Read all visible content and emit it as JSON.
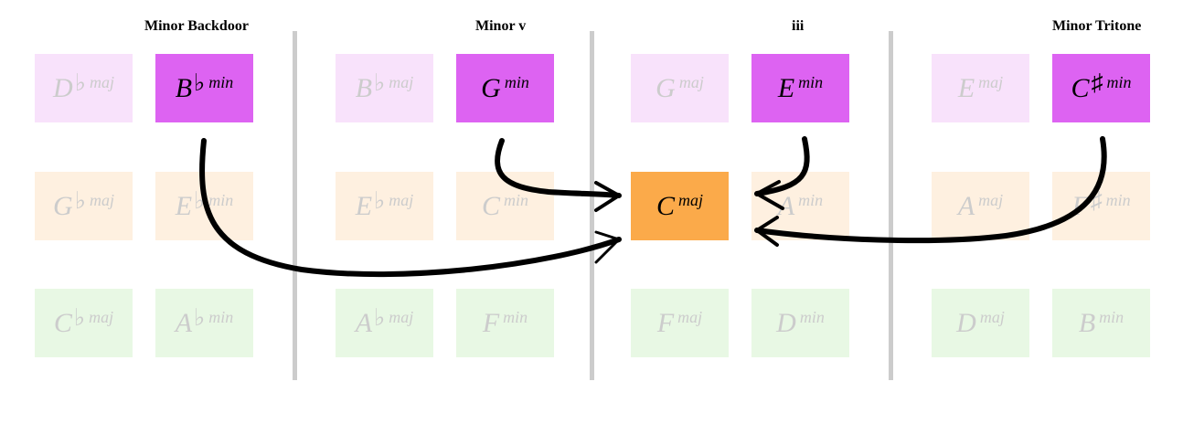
{
  "sections": [
    {
      "title": "Minor Backdoor"
    },
    {
      "title": "Minor v"
    },
    {
      "title": "iii"
    },
    {
      "title": "Minor Tritone"
    }
  ],
  "chords": [
    {
      "root": "D",
      "acc": "♭",
      "qual": "maj",
      "state": "faded",
      "bg": "lpurple"
    },
    {
      "root": "B",
      "acc": "♭",
      "qual": "min",
      "state": "active",
      "bg": "purple"
    },
    {
      "root": "G",
      "acc": "♭",
      "qual": "maj",
      "state": "faded",
      "bg": "lorange"
    },
    {
      "root": "E",
      "acc": "♭",
      "qual": "min",
      "state": "faded",
      "bg": "lorange"
    },
    {
      "root": "C",
      "acc": "♭",
      "qual": "maj",
      "state": "faded",
      "bg": "lgreen"
    },
    {
      "root": "A",
      "acc": "♭",
      "qual": "min",
      "state": "faded",
      "bg": "lgreen"
    },
    {
      "root": "B",
      "acc": "♭",
      "qual": "maj",
      "state": "faded",
      "bg": "lpurple"
    },
    {
      "root": "G",
      "acc": "",
      "qual": "min",
      "state": "active",
      "bg": "purple"
    },
    {
      "root": "E",
      "acc": "♭",
      "qual": "maj",
      "state": "faded",
      "bg": "lorange"
    },
    {
      "root": "C",
      "acc": "",
      "qual": "min",
      "state": "faded",
      "bg": "lorange"
    },
    {
      "root": "A",
      "acc": "♭",
      "qual": "maj",
      "state": "faded",
      "bg": "lgreen"
    },
    {
      "root": "F",
      "acc": "",
      "qual": "min",
      "state": "faded",
      "bg": "lgreen"
    },
    {
      "root": "G",
      "acc": "",
      "qual": "maj",
      "state": "faded",
      "bg": "lpurple"
    },
    {
      "root": "E",
      "acc": "",
      "qual": "min",
      "state": "active",
      "bg": "purple"
    },
    {
      "root": "C",
      "acc": "",
      "qual": "maj",
      "state": "target",
      "bg": "orange"
    },
    {
      "root": "A",
      "acc": "",
      "qual": "min",
      "state": "faded",
      "bg": "lorange"
    },
    {
      "root": "F",
      "acc": "",
      "qual": "maj",
      "state": "faded",
      "bg": "lgreen"
    },
    {
      "root": "D",
      "acc": "",
      "qual": "min",
      "state": "faded",
      "bg": "lgreen"
    },
    {
      "root": "E",
      "acc": "",
      "qual": "maj",
      "state": "faded",
      "bg": "lpurple"
    },
    {
      "root": "C",
      "acc": "♯",
      "qual": "min",
      "state": "active",
      "bg": "purple"
    },
    {
      "root": "A",
      "acc": "",
      "qual": "maj",
      "state": "faded",
      "bg": "lorange"
    },
    {
      "root": "F",
      "acc": "♯",
      "qual": "min",
      "state": "faded",
      "bg": "lorange"
    },
    {
      "root": "D",
      "acc": "",
      "qual": "maj",
      "state": "faded",
      "bg": "lgreen"
    },
    {
      "root": "B",
      "acc": "",
      "qual": "min",
      "state": "faded",
      "bg": "lgreen"
    }
  ]
}
